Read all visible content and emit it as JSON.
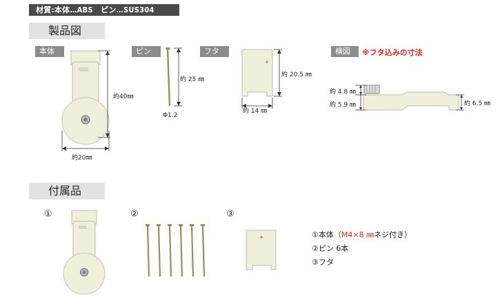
{
  "material_bar": "材質:本体…ABS　ピン…SUS304",
  "product": {
    "header": "製品図",
    "tags": {
      "body": "本体",
      "pin": "ピン",
      "lid": "フタ",
      "side": "横図"
    },
    "side_note": "※フタ込みの寸法",
    "dims": {
      "body_height": "約40㎜",
      "body_width": "約20㎜",
      "pin_length": "約 25 ㎜",
      "pin_diameter": "Φ1.2",
      "lid_height": "約 20.5 ㎜",
      "lid_width": "約 14 ㎜",
      "side_a": "約 4.8 ㎜",
      "side_b": "約 5.9 ㎜",
      "side_c": "約 6.5 ㎜"
    }
  },
  "accessories": {
    "header": "付属品",
    "numbers": [
      "①",
      "②",
      "③"
    ],
    "list": {
      "item1_prefix": "①本体（",
      "item1_red": "M4×8 ㎜",
      "item1_suffix": "ネジ付き）",
      "item2": "②ピン  6本",
      "item3": "③フタ"
    }
  },
  "colors": {
    "part": "#f0efdc",
    "part_edge": "#bdbca3",
    "tag": "#8c8c8c",
    "header_bg": "#e2e2e2",
    "accent": "#e0261c"
  }
}
